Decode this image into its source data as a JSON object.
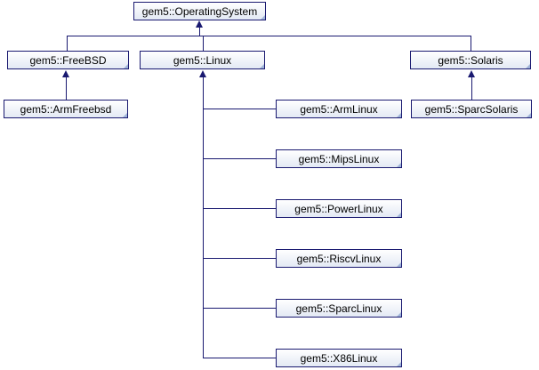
{
  "diagram": {
    "kind": "class-inheritance-diagram",
    "nodes": {
      "os": {
        "label": "gem5::OperatingSystem"
      },
      "freebsd": {
        "label": "gem5::FreeBSD"
      },
      "linux": {
        "label": "gem5::Linux"
      },
      "solaris": {
        "label": "gem5::Solaris"
      },
      "arm_freebsd": {
        "label": "gem5::ArmFreebsd"
      },
      "arm_linux": {
        "label": "gem5::ArmLinux"
      },
      "mips_linux": {
        "label": "gem5::MipsLinux"
      },
      "power_linux": {
        "label": "gem5::PowerLinux"
      },
      "riscv_linux": {
        "label": "gem5::RiscvLinux"
      },
      "sparc_linux": {
        "label": "gem5::SparcLinux"
      },
      "x86_linux": {
        "label": "gem5::X86Linux"
      },
      "sparc_solaris": {
        "label": "gem5::SparcSolaris"
      }
    },
    "edges": [
      {
        "from": "gem5::FreeBSD",
        "to": "gem5::OperatingSystem",
        "type": "inheritance"
      },
      {
        "from": "gem5::Linux",
        "to": "gem5::OperatingSystem",
        "type": "inheritance"
      },
      {
        "from": "gem5::Solaris",
        "to": "gem5::OperatingSystem",
        "type": "inheritance"
      },
      {
        "from": "gem5::ArmFreebsd",
        "to": "gem5::FreeBSD",
        "type": "inheritance"
      },
      {
        "from": "gem5::ArmLinux",
        "to": "gem5::Linux",
        "type": "inheritance"
      },
      {
        "from": "gem5::MipsLinux",
        "to": "gem5::Linux",
        "type": "inheritance"
      },
      {
        "from": "gem5::PowerLinux",
        "to": "gem5::Linux",
        "type": "inheritance"
      },
      {
        "from": "gem5::RiscvLinux",
        "to": "gem5::Linux",
        "type": "inheritance"
      },
      {
        "from": "gem5::SparcLinux",
        "to": "gem5::Linux",
        "type": "inheritance"
      },
      {
        "from": "gem5::X86Linux",
        "to": "gem5::Linux",
        "type": "inheritance"
      },
      {
        "from": "gem5::SparcSolaris",
        "to": "gem5::Solaris",
        "type": "inheritance"
      }
    ],
    "colors": {
      "edge": "#191970",
      "node-border": "#191970",
      "node-fill-top": "#ffffff",
      "node-fill-bottom": "#e3e9f4",
      "node-text": "#000000",
      "fold": "#9fb3d8",
      "canvas-bg": "#ffffff"
    }
  }
}
